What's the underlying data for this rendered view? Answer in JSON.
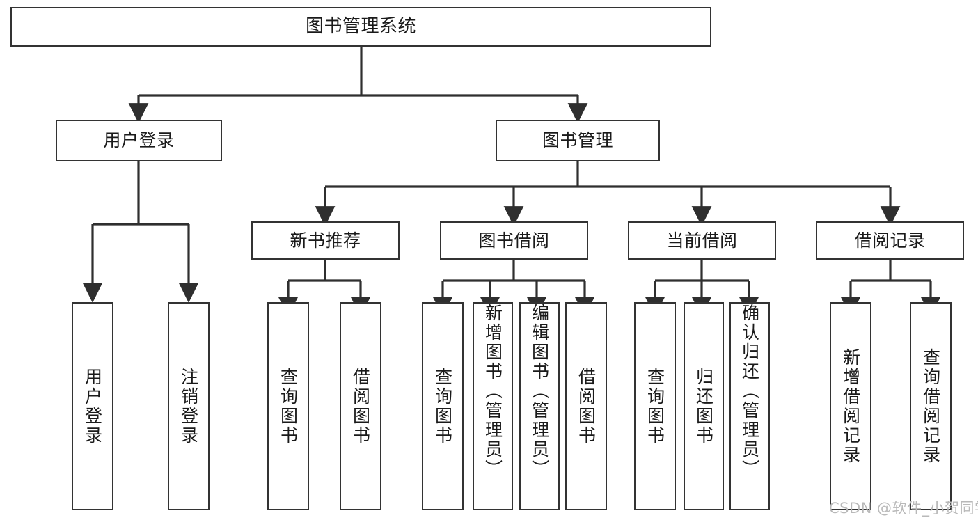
{
  "diagram": {
    "title": "图书管理系统",
    "type": "functional-structure-tree",
    "watermark": "CSDN @软件_小贺同学",
    "colors": {
      "background": "#ffffff",
      "border": "#333333",
      "text": "#1a1a1a",
      "watermark": "#b9b9b9"
    },
    "root": {
      "id": "root",
      "label": "图书管理系统"
    },
    "level1": [
      {
        "id": "user-login",
        "label": "用户登录"
      },
      {
        "id": "book-manage",
        "label": "图书管理"
      }
    ],
    "level2": [
      {
        "id": "new-book-rec",
        "label": "新书推荐",
        "parent": "book-manage"
      },
      {
        "id": "book-borrow",
        "label": "图书借阅",
        "parent": "book-manage"
      },
      {
        "id": "current-borrow",
        "label": "当前借阅",
        "parent": "book-manage"
      },
      {
        "id": "borrow-record",
        "label": "借阅记录",
        "parent": "book-manage"
      }
    ],
    "leaves": [
      {
        "id": "leaf-user-login",
        "label": "用户登录",
        "parent": "user-login"
      },
      {
        "id": "leaf-logout",
        "label": "注销登录",
        "parent": "user-login"
      },
      {
        "id": "leaf-query-book-1",
        "label": "查询图书",
        "parent": "new-book-rec"
      },
      {
        "id": "leaf-borrow-book-1",
        "label": "借阅图书",
        "parent": "new-book-rec"
      },
      {
        "id": "leaf-query-book-2",
        "label": "查询图书",
        "parent": "book-borrow"
      },
      {
        "id": "leaf-add-book",
        "label": "新增图书（管理员）",
        "parent": "book-borrow"
      },
      {
        "id": "leaf-edit-book",
        "label": "编辑图书（管理员）",
        "parent": "book-borrow"
      },
      {
        "id": "leaf-borrow-book-2",
        "label": "借阅图书",
        "parent": "book-borrow"
      },
      {
        "id": "leaf-query-book-3",
        "label": "查询图书",
        "parent": "current-borrow"
      },
      {
        "id": "leaf-return-book",
        "label": "归还图书",
        "parent": "current-borrow"
      },
      {
        "id": "leaf-confirm-return",
        "label": "确认归还（管理员）",
        "parent": "current-borrow"
      },
      {
        "id": "leaf-add-record",
        "label": "新增借阅记录",
        "parent": "borrow-record"
      },
      {
        "id": "leaf-query-record",
        "label": "查询借阅记录",
        "parent": "borrow-record"
      }
    ]
  }
}
